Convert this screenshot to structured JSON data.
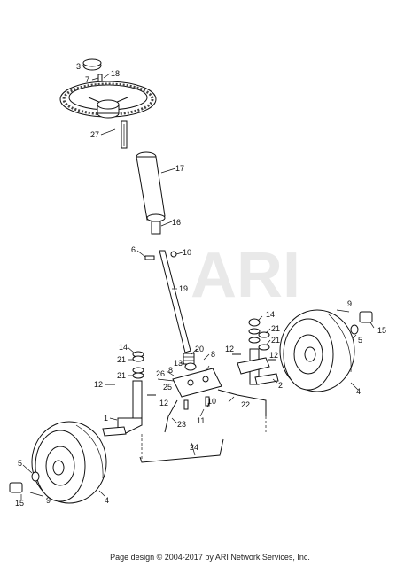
{
  "watermark": "ARI",
  "footer": "Page design © 2004-2017 by ARI Network Services, Inc.",
  "callouts": {
    "c1": "1",
    "c2": "2",
    "c3": "3",
    "c4a": "4",
    "c4b": "4",
    "c5a": "5",
    "c5b": "5",
    "c6": "6",
    "c7": "7",
    "c8a": "8",
    "c8b": "8",
    "c9a": "9",
    "c9b": "9",
    "c10a": "10",
    "c10b": "10",
    "c11": "11",
    "c12a": "12",
    "c12b": "12",
    "c12c": "12",
    "c12d": "12",
    "c13": "13",
    "c14a": "14",
    "c14b": "14",
    "c15a": "15",
    "c15b": "15",
    "c16": "16",
    "c17": "17",
    "c18": "18",
    "c19": "19",
    "c20": "20",
    "c21a": "21",
    "c21b": "21",
    "c21c": "21",
    "c21d": "21",
    "c22": "22",
    "c23": "23",
    "c24": "24",
    "c25": "25",
    "c26": "26",
    "c27": "27"
  }
}
